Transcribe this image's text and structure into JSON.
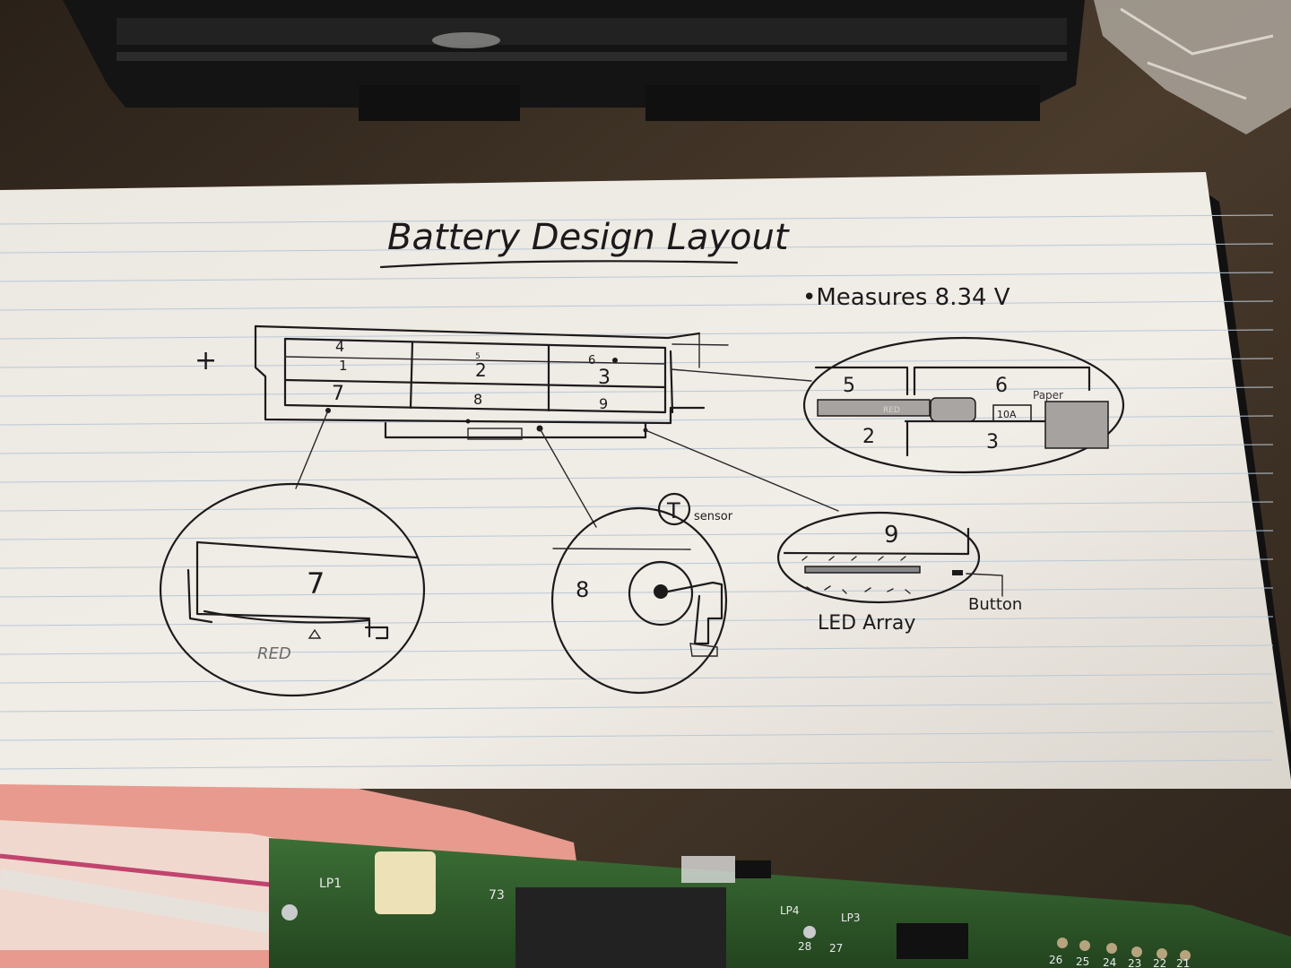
{
  "title": "Battery Design Layout",
  "measurement": "•Measures  8.34 V",
  "plus_sign": "+",
  "pack": {
    "cells": [
      "4",
      "1",
      "2",
      "3",
      "6",
      "5",
      "7",
      "8",
      "9"
    ]
  },
  "detail_top": {
    "cells": [
      "5",
      "6",
      "2",
      "3"
    ],
    "labels": {
      "red": "RED",
      "fuse": "10A",
      "paper": "Paper"
    }
  },
  "detail_7": {
    "cell": "7",
    "note": "RED"
  },
  "detail_8": {
    "cell": "8",
    "tag": "T",
    "tag_suffix": "sensor"
  },
  "detail_9": {
    "cell": "9",
    "led_label": "LED Array",
    "button_label": "Button"
  },
  "pcb": {
    "silkscreen": [
      "LP1",
      "73",
      "LP4",
      "LP3",
      "28",
      "27",
      "26",
      "25",
      "24",
      "23",
      "22",
      "21"
    ]
  },
  "colors": {
    "paper": "#eeeae4",
    "ink": "#1d1a1c",
    "pcb": "#2f5a2c",
    "case": "#e99a8f",
    "desk": "#3e3226"
  }
}
